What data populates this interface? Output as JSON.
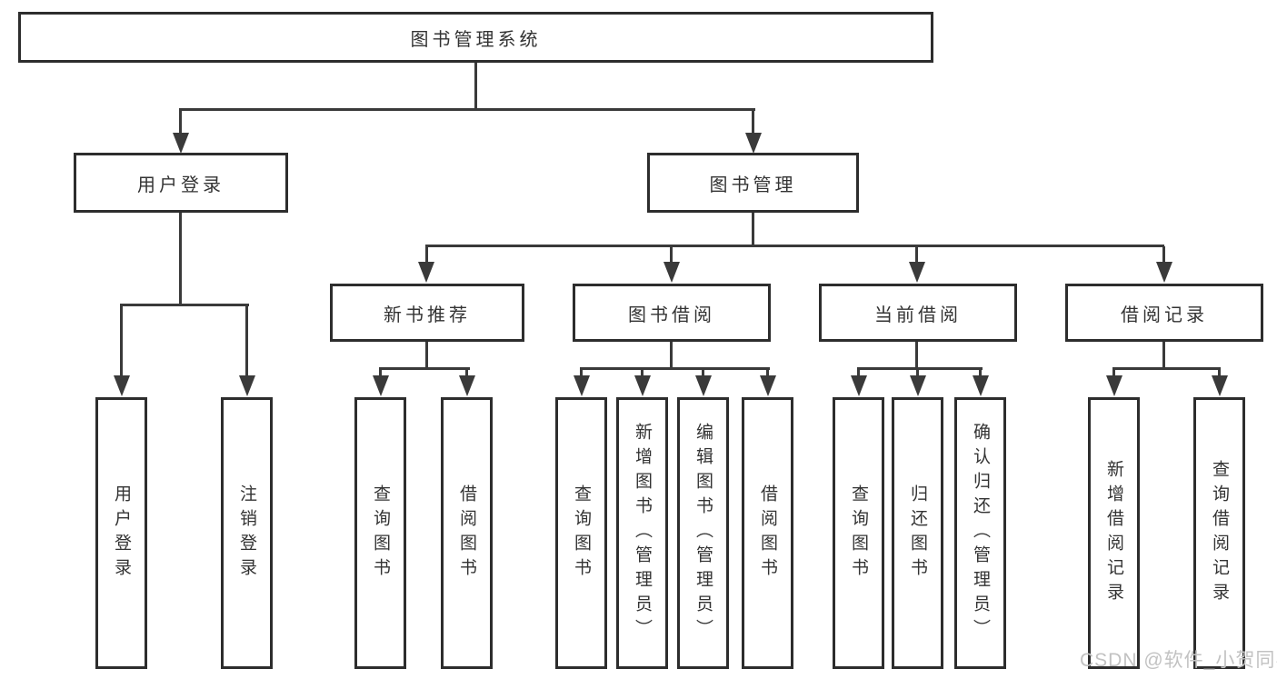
{
  "tree": {
    "label": "图书管理系统",
    "children": [
      {
        "label": "用户登录",
        "children": [
          {
            "label": "用户登录"
          },
          {
            "label": "注销登录"
          }
        ]
      },
      {
        "label": "图书管理",
        "children": [
          {
            "label": "新书推荐",
            "children": [
              {
                "label": "查询图书"
              },
              {
                "label": "借阅图书"
              }
            ]
          },
          {
            "label": "图书借阅",
            "children": [
              {
                "label": "查询图书"
              },
              {
                "label": "新增图书（管理员）"
              },
              {
                "label": "编辑图书（管理员）"
              },
              {
                "label": "借阅图书"
              }
            ]
          },
          {
            "label": "当前借阅",
            "children": [
              {
                "label": "查询图书"
              },
              {
                "label": "归还图书"
              },
              {
                "label": "确认归还（管理员）"
              }
            ]
          },
          {
            "label": "借阅记录",
            "children": [
              {
                "label": "新增借阅记录"
              },
              {
                "label": "查询借阅记录"
              }
            ]
          }
        ]
      }
    ]
  },
  "watermark": "CSDN @软件_小贺同学",
  "colors": {
    "line": "#3a3a3a",
    "box_border": "#2d2d2d",
    "text": "#333333",
    "watermark": "#c2c2c2",
    "background": "#ffffff"
  }
}
